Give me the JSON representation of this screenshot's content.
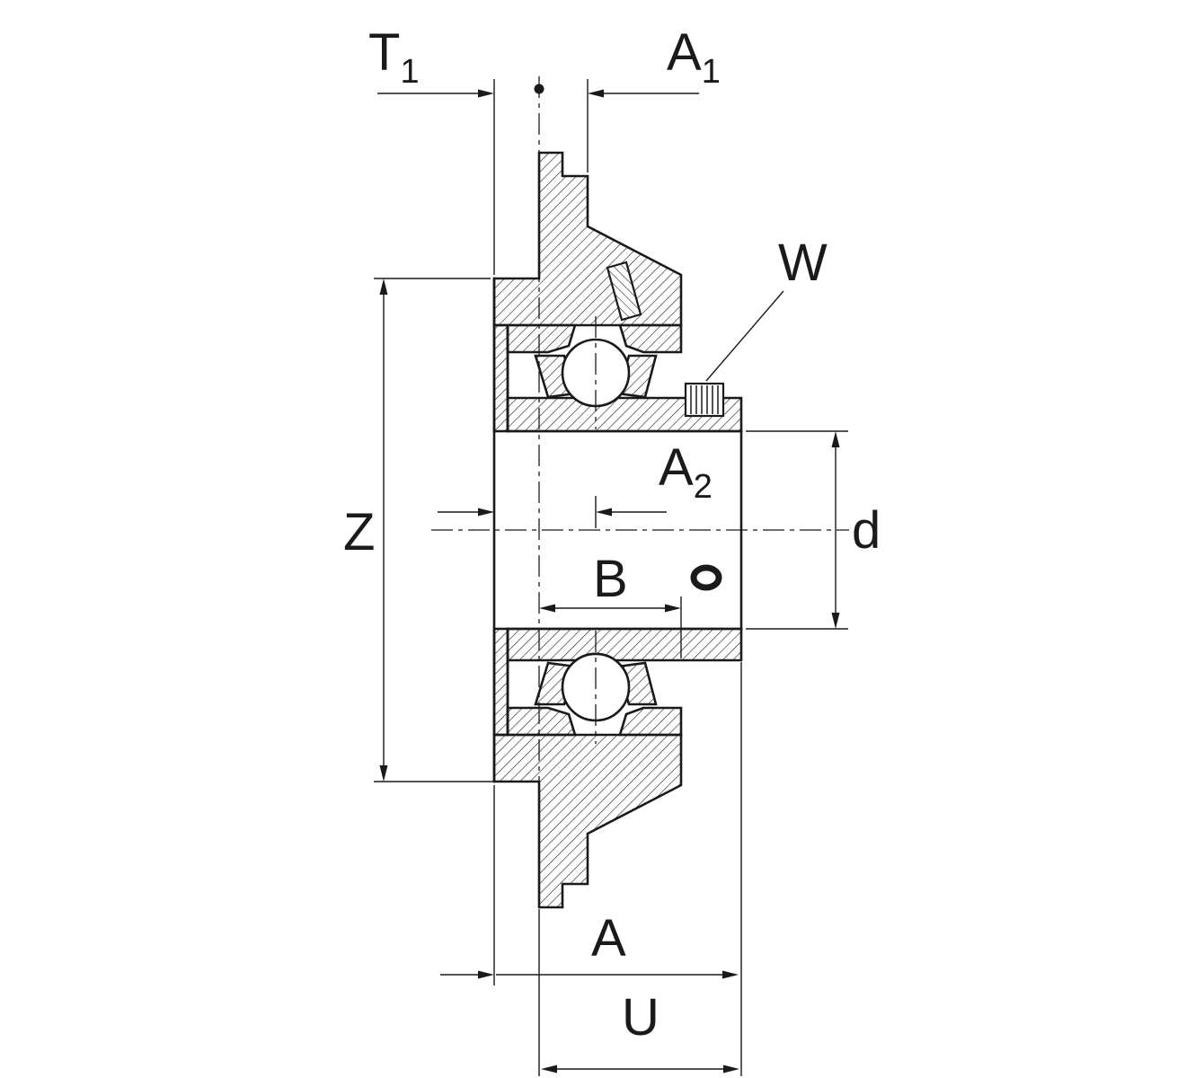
{
  "diagram": {
    "kind": "technical-section-drawing",
    "subject": "Flanged bearing housing unit cross-section with dimension callouts",
    "colors": {
      "line": "#1a1a1a",
      "background": "#ffffff"
    },
    "labels": {
      "t1_main": "T",
      "t1_sub": "1",
      "a1_main": "A",
      "a1_sub": "1",
      "w": "W",
      "z": "Z",
      "a2_main": "A",
      "a2_sub": "2",
      "d": "d",
      "b": "B",
      "a": "A",
      "u": "U"
    }
  }
}
